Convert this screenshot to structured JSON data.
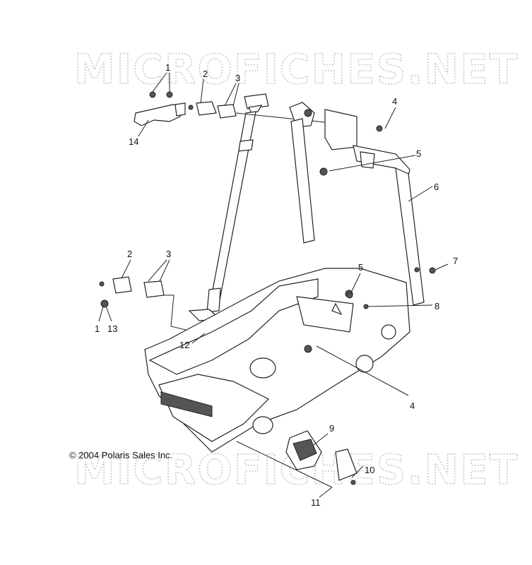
{
  "watermark": {
    "top": "MICROFICHES.NET",
    "bottom": "MICROFICHES.NET"
  },
  "copyright": "© 2004 Polaris Sales Inc.",
  "callouts": [
    {
      "id": "c1a",
      "label": "1"
    },
    {
      "id": "c2a",
      "label": "2"
    },
    {
      "id": "c3a",
      "label": "3"
    },
    {
      "id": "c14",
      "label": "14"
    },
    {
      "id": "c4a",
      "label": "4"
    },
    {
      "id": "c5a",
      "label": "5"
    },
    {
      "id": "c6",
      "label": "6"
    },
    {
      "id": "c7",
      "label": "7"
    },
    {
      "id": "c5b",
      "label": "5"
    },
    {
      "id": "c8",
      "label": "8"
    },
    {
      "id": "c2b",
      "label": "2"
    },
    {
      "id": "c3b",
      "label": "3"
    },
    {
      "id": "c1b",
      "label": "1"
    },
    {
      "id": "c13",
      "label": "13"
    },
    {
      "id": "c12",
      "label": "12"
    },
    {
      "id": "c4b",
      "label": "4"
    },
    {
      "id": "c9",
      "label": "9"
    },
    {
      "id": "c10",
      "label": "10"
    },
    {
      "id": "c11",
      "label": "11"
    }
  ]
}
